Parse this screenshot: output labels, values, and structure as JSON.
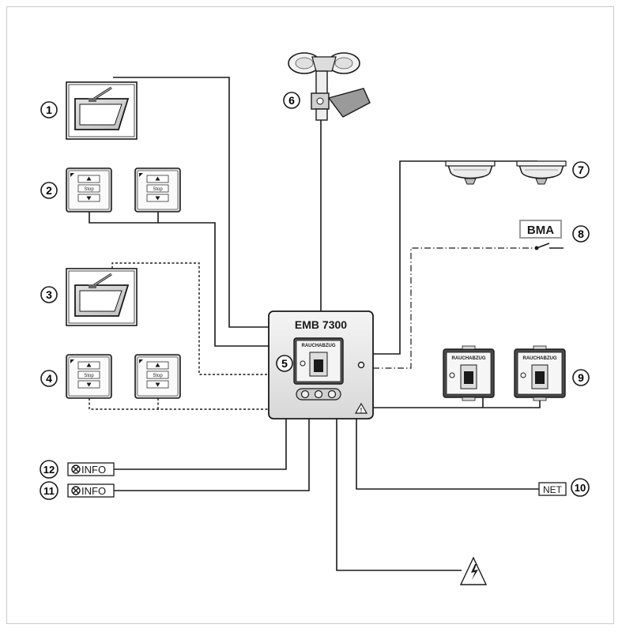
{
  "controller": {
    "title": "EMB 7300",
    "panel_brand": "RAUCHABZUG"
  },
  "callouts": [
    "1",
    "2",
    "3",
    "4",
    "5",
    "6",
    "7",
    "8",
    "9",
    "10",
    "11",
    "12"
  ],
  "switch_label": "Stop",
  "bma_label": "BMA",
  "info_label": "INFO",
  "net_label": "NET",
  "colors": {
    "line": "#1a1a1a",
    "panel_gray": "#d9d9d9",
    "box_fill": "#ececec",
    "frame": "#c9c9c9"
  }
}
